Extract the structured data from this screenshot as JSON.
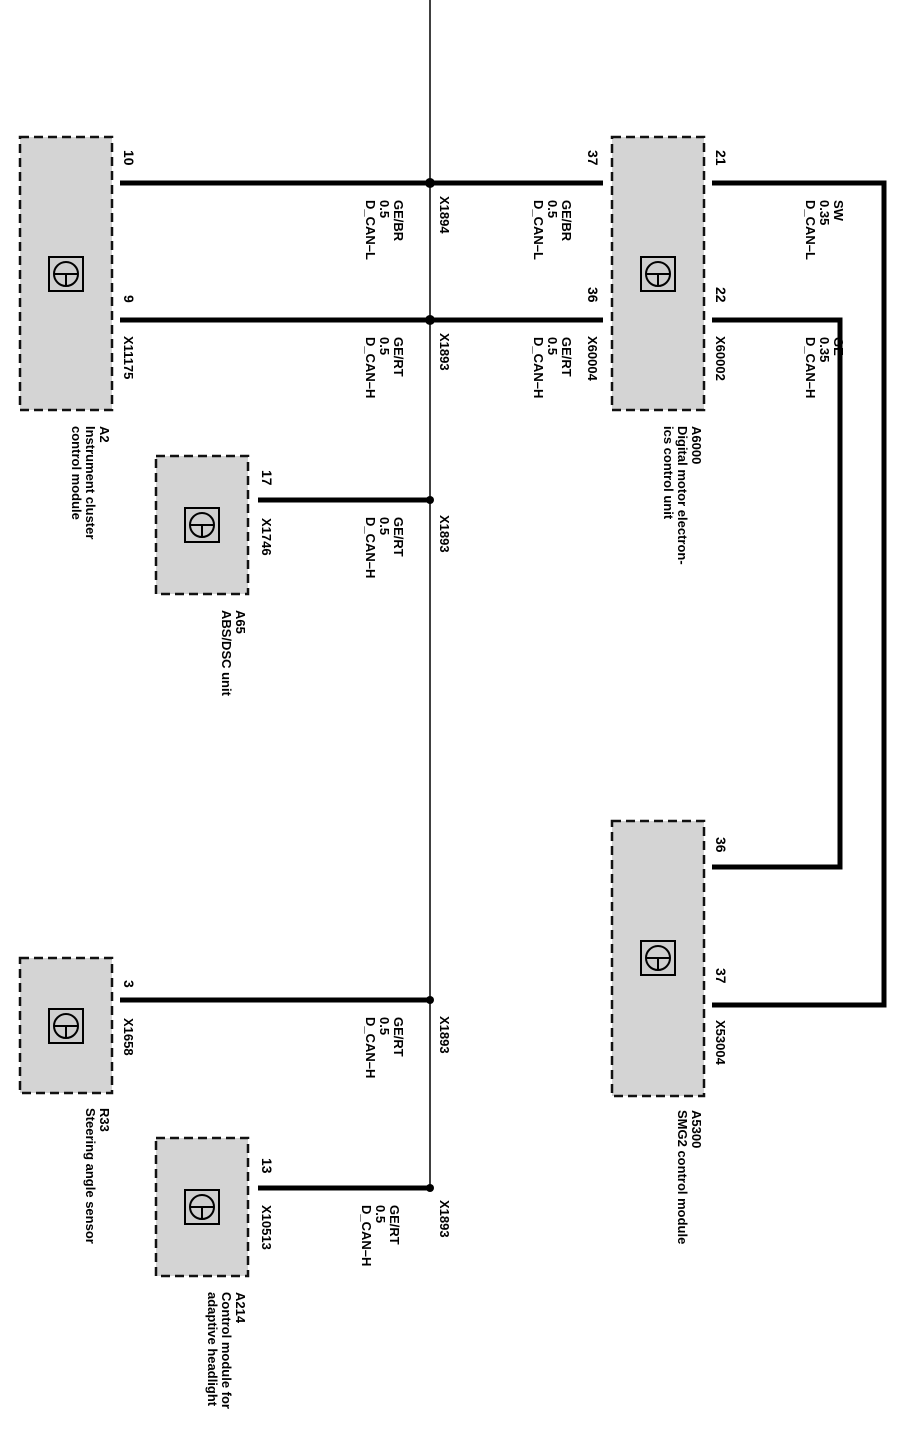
{
  "modules": {
    "a2": {
      "code": "A2",
      "name_lines": [
        "Instrument cluster",
        "control module"
      ],
      "connector": "X11175",
      "pin_l": "10",
      "pin_h": "9"
    },
    "a6000": {
      "code": "A6000",
      "name_lines": [
        "Digital motor electron-",
        "ics control unit"
      ],
      "connector_left": "X60004",
      "connector_right": "X60002",
      "pin_l_left": "37",
      "pin_h_left": "36",
      "pin_l_right": "21",
      "pin_h_right": "22"
    },
    "a65": {
      "code": "A65",
      "name_lines": [
        "ABS/DSC unit"
      ],
      "connector": "X1746",
      "pin": "17"
    },
    "a5300": {
      "code": "A5300",
      "name_lines": [
        "SMG2 control module"
      ],
      "connector": "X53004",
      "pin_h": "36",
      "pin_l": "37"
    },
    "r33": {
      "code": "R33",
      "name_lines": [
        "Steering angle sensor"
      ],
      "connector": "X1658",
      "pin": "3"
    },
    "a214": {
      "code": "A214",
      "name_lines": [
        "Control module for",
        "adaptive headlight"
      ],
      "connector": "X10513",
      "pin": "13"
    }
  },
  "splices": {
    "l": "X1894",
    "h": "X1893"
  },
  "wires": {
    "a2_l": [
      "D_CAN–L",
      "0.5",
      "GE/BR"
    ],
    "a2_h": [
      "D_CAN–H",
      "0.5",
      "GE/RT"
    ],
    "dme_l": [
      "D_CAN–L",
      "0.5",
      "GE/BR"
    ],
    "dme_h": [
      "D_CAN–H",
      "0.5",
      "GE/RT"
    ],
    "smg_l": [
      "D_CAN–L",
      "0.35",
      "SW"
    ],
    "smg_h": [
      "D_CAN–H",
      "0.35",
      "GE"
    ],
    "a65_h": [
      "D_CAN–H",
      "0.5",
      "GE/RT"
    ],
    "r33_h": [
      "D_CAN–H",
      "0.5",
      "GE/RT"
    ],
    "a214_h": [
      "D_CAN–H",
      "0.5",
      "GE/RT"
    ]
  }
}
